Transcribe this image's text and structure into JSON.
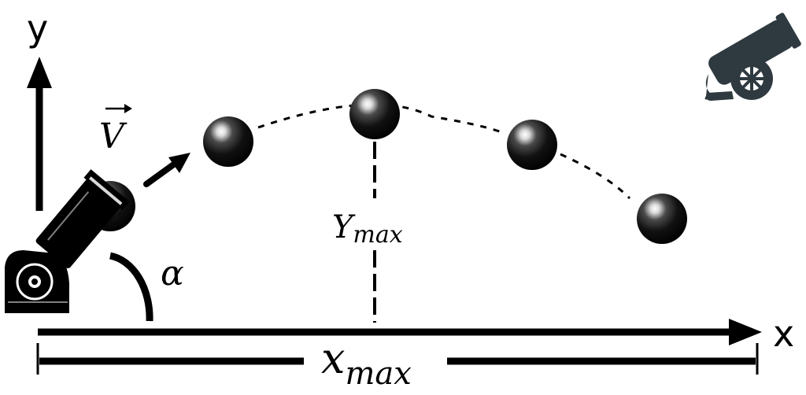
{
  "labels": {
    "y_axis": "y",
    "x_axis": "x",
    "velocity": "V",
    "angle": "α",
    "y_max_main": "Y",
    "y_max_sub": "max",
    "x_max_main": "x",
    "x_max_sub": "max"
  },
  "icons": {
    "launcher": "cannon-icon",
    "logo": "cannon-logo-icon",
    "projectile": "cannonball-icon"
  },
  "colors": {
    "ink": "#000000",
    "logo": "#2f3a40",
    "background": "#ffffff"
  }
}
